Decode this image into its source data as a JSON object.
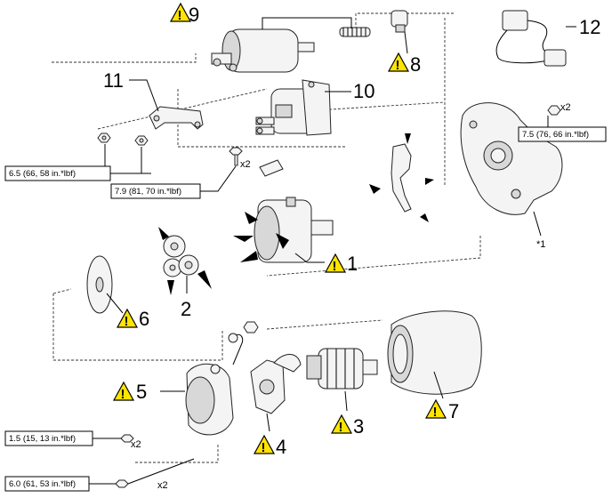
{
  "callouts": [
    {
      "id": "1",
      "warn": true
    },
    {
      "id": "2",
      "warn": false
    },
    {
      "id": "3",
      "warn": true
    },
    {
      "id": "4",
      "warn": true
    },
    {
      "id": "5",
      "warn": true
    },
    {
      "id": "6",
      "warn": true
    },
    {
      "id": "7",
      "warn": true
    },
    {
      "id": "8",
      "warn": true
    },
    {
      "id": "9",
      "warn": true
    },
    {
      "id": "10",
      "warn": false
    },
    {
      "id": "11",
      "warn": false
    },
    {
      "id": "12",
      "warn": false
    }
  ],
  "torques": {
    "t1": "6.5 (66, 58 in.*lbf)",
    "t2": "7.9 (81, 70 in.*lbf)",
    "t3": "7.5 (76, 66 in.*lbf)",
    "t4": "1.5 (15, 13 in.*lbf)",
    "t5": "6.0 (61, 53 in.*lbf)"
  },
  "quantities": {
    "q_upper_right": "x2",
    "q_middle": "x2",
    "q_lower_1": "x2",
    "q_lower_2": "x2"
  },
  "notes": {
    "star1": "*1"
  },
  "colors": {
    "warning_fill": "#ffe400",
    "line": "#000000"
  }
}
